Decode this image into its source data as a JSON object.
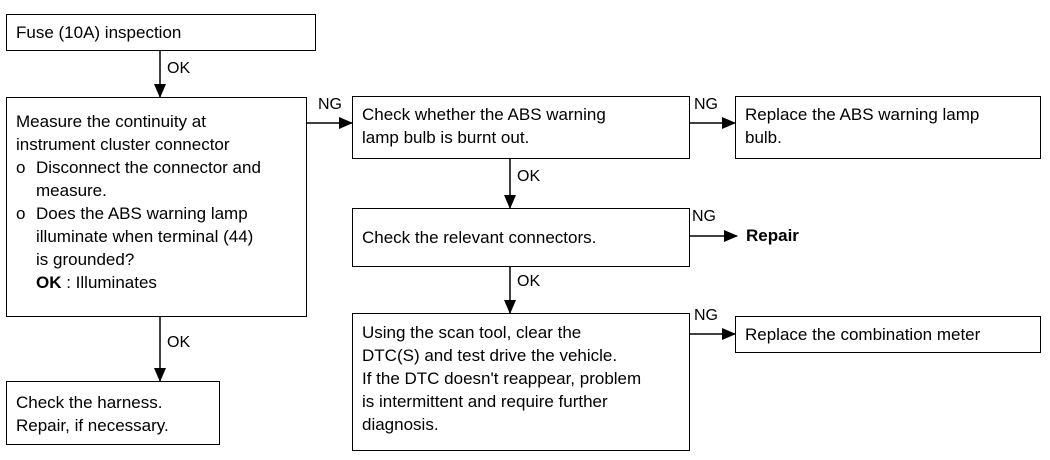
{
  "nodes": {
    "fuse": {
      "lines": [
        "Fuse (10A) inspection"
      ]
    },
    "measure": {
      "lines": [
        "Measure the continuity at",
        "instrument cluster connector"
      ],
      "bullets": [
        {
          "mark": "o",
          "lines": [
            "Disconnect the connector and",
            "measure."
          ]
        },
        {
          "mark": "o",
          "lines": [
            "Does the ABS warning lamp",
            "illuminate when terminal (44)",
            "is grounded?"
          ]
        }
      ],
      "result_key": "OK",
      "result_value": " : Illuminates"
    },
    "harness": {
      "lines": [
        "Check the harness.",
        "Repair, if necessary."
      ]
    },
    "bulb_check": {
      "lines": [
        "Check whether the ABS warning",
        "lamp bulb is burnt out."
      ]
    },
    "replace_bulb": {
      "lines": [
        "Replace the ABS warning lamp",
        "bulb."
      ]
    },
    "connectors": {
      "lines": [
        "Check the relevant connectors."
      ]
    },
    "repair": {
      "text": "Repair"
    },
    "scan_tool": {
      "lines": [
        "Using the scan tool, clear the",
        "DTC(S) and test drive the vehicle.",
        "If the DTC doesn't reappear, problem",
        "is intermittent and require further",
        "diagnosis."
      ]
    },
    "replace_meter": {
      "lines": [
        "Replace the combination meter"
      ]
    }
  },
  "edges": {
    "fuse_to_measure": "OK",
    "measure_to_harness": "OK",
    "measure_to_bulb": "NG",
    "bulb_to_replace": "NG",
    "bulb_to_connectors": "OK",
    "connectors_to_repair": "NG",
    "connectors_to_scan": "OK",
    "scan_to_meter": "NG"
  },
  "colors": {
    "line": "#000000",
    "background": "#ffffff"
  }
}
